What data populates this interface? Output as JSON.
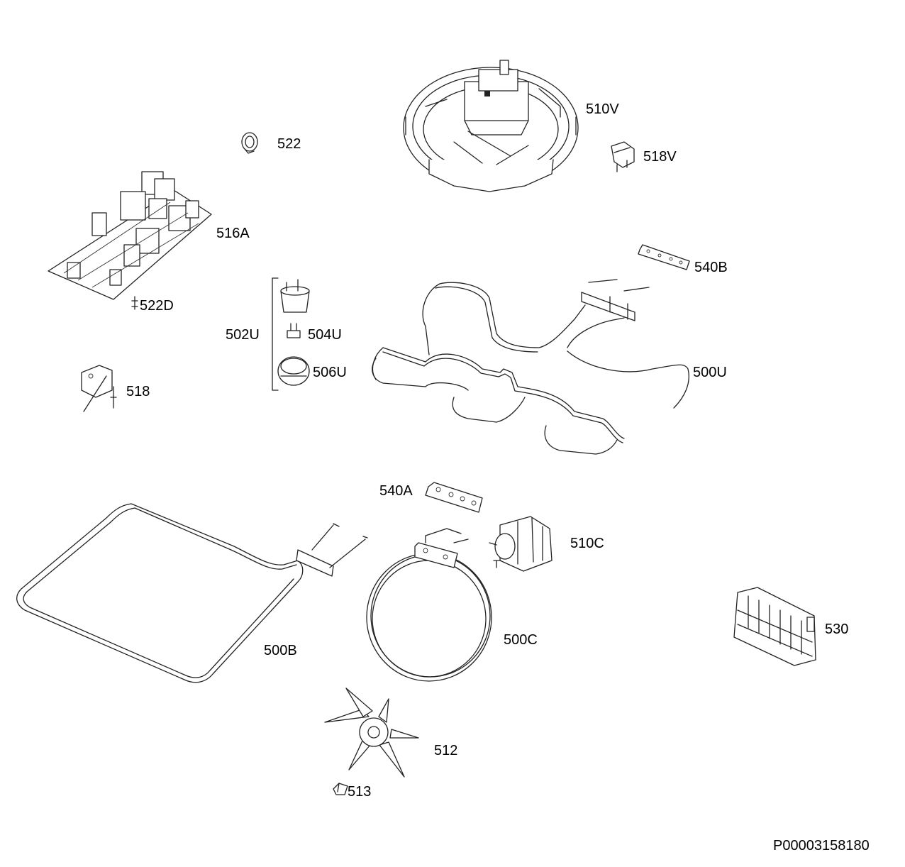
{
  "labels": {
    "p510V": "510V",
    "p518V": "518V",
    "p522": "522",
    "p516A": "516A",
    "p540B": "540B",
    "p522D": "522D",
    "p502U": "502U",
    "p504U": "504U",
    "p506U": "506U",
    "p500U": "500U",
    "p518": "518",
    "p540A": "540A",
    "p510C": "510C",
    "p500C": "500C",
    "p500B": "500B",
    "p530": "530",
    "p512": "512",
    "p513": "513"
  },
  "drawing_code": "P00003158180",
  "colors": {
    "line": "#222222",
    "background": "#ffffff"
  }
}
